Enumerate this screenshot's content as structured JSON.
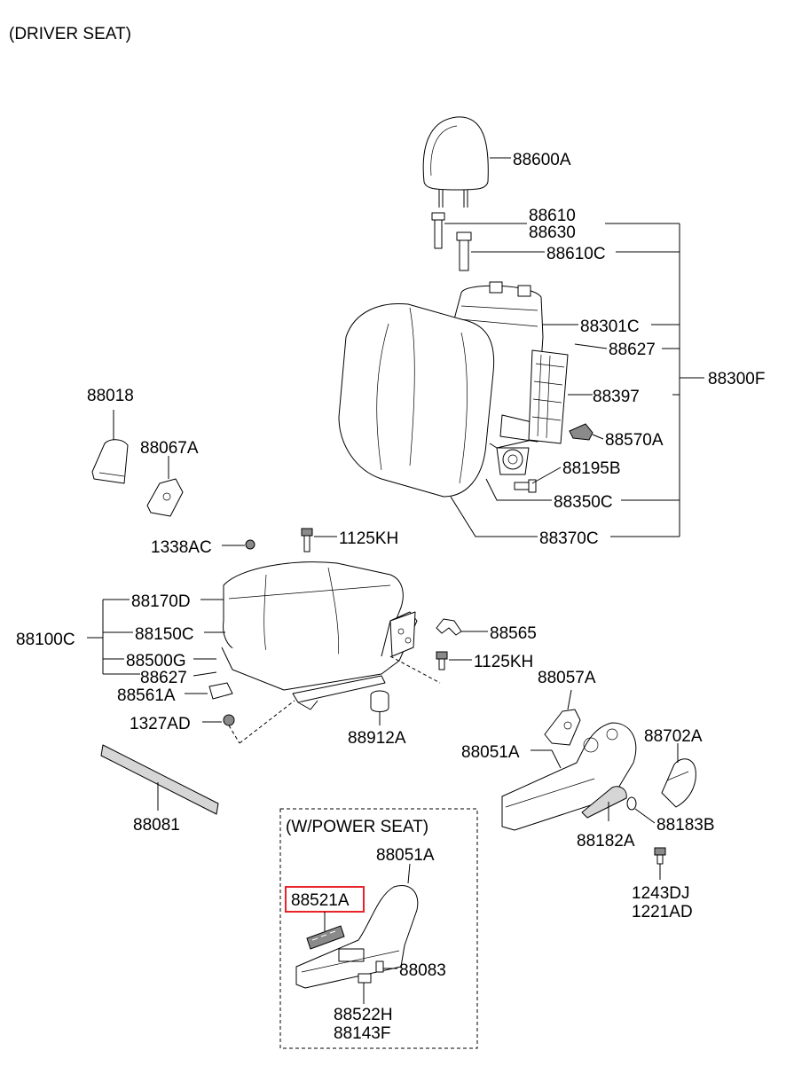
{
  "title": "(DRIVER SEAT)",
  "power_box_title": "(W/POWER SEAT)",
  "highlight_color": "#e8242a",
  "labels": {
    "l88600A": "88600A",
    "l88610": "88610",
    "l88630": "88630",
    "l88610C": "88610C",
    "l88301C": "88301C",
    "l88627a": "88627",
    "l88397": "88397",
    "l88300F": "88300F",
    "l88570A": "88570A",
    "l88195B": "88195B",
    "l88350C": "88350C",
    "l88370C": "88370C",
    "l88018": "88018",
    "l88067A": "88067A",
    "l1338AC": "1338AC",
    "l1125KHa": "1125KH",
    "l88170D": "88170D",
    "l88100C": "88100C",
    "l88150C": "88150C",
    "l88500G": "88500G",
    "l88627b": "88627",
    "l88561A": "88561A",
    "l1327AD": "1327AD",
    "l88565": "88565",
    "l1125KHb": "1125KH",
    "l88057A": "88057A",
    "l88912A": "88912A",
    "l88051Aa": "88051A",
    "l88702A": "88702A",
    "l88081": "88081",
    "l88183B": "88183B",
    "l88182A": "88182A",
    "l1243DJ": "1243DJ",
    "l1221AD": "1221AD",
    "l88051Ab": "88051A",
    "l88521A": "88521A",
    "l88083": "88083",
    "l88522H": "88522H",
    "l88143F": "88143F"
  }
}
